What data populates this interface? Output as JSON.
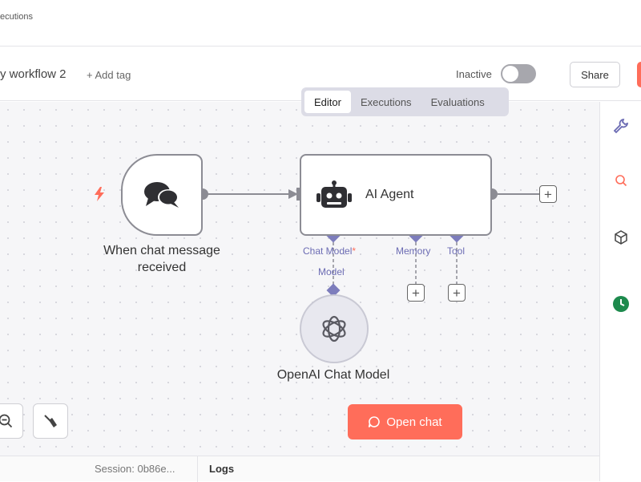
{
  "topbar": {
    "crumb": "ecutions"
  },
  "header": {
    "workflow_title": "y workflow 2",
    "add_tag": "+ Add tag",
    "inactive_label": "Inactive",
    "share": "Share"
  },
  "tabs": [
    {
      "label": "Editor",
      "active": true
    },
    {
      "label": "Executions",
      "active": false
    },
    {
      "label": "Evaluations",
      "active": false
    }
  ],
  "nodes": {
    "trigger": {
      "title_line1": "When chat message",
      "title_line2": "received",
      "icon": "chat-bubbles-icon"
    },
    "agent": {
      "title": "AI Agent",
      "icon": "robot-icon"
    },
    "model": {
      "title": "OpenAI Chat Model",
      "icon": "openai-icon"
    }
  },
  "connections": {
    "chat_model": "Chat Model",
    "required_mark": "*",
    "memory": "Memory",
    "tool": "Tool",
    "model": "Model"
  },
  "canvas_controls": {
    "open_chat": "Open chat"
  },
  "logs_bar": {
    "session": "Session: 0b86e...",
    "logs": "Logs"
  },
  "colors": {
    "accent": "#ff6d5a",
    "connector": "#6b6bb3",
    "edge": "#8c8c94"
  }
}
